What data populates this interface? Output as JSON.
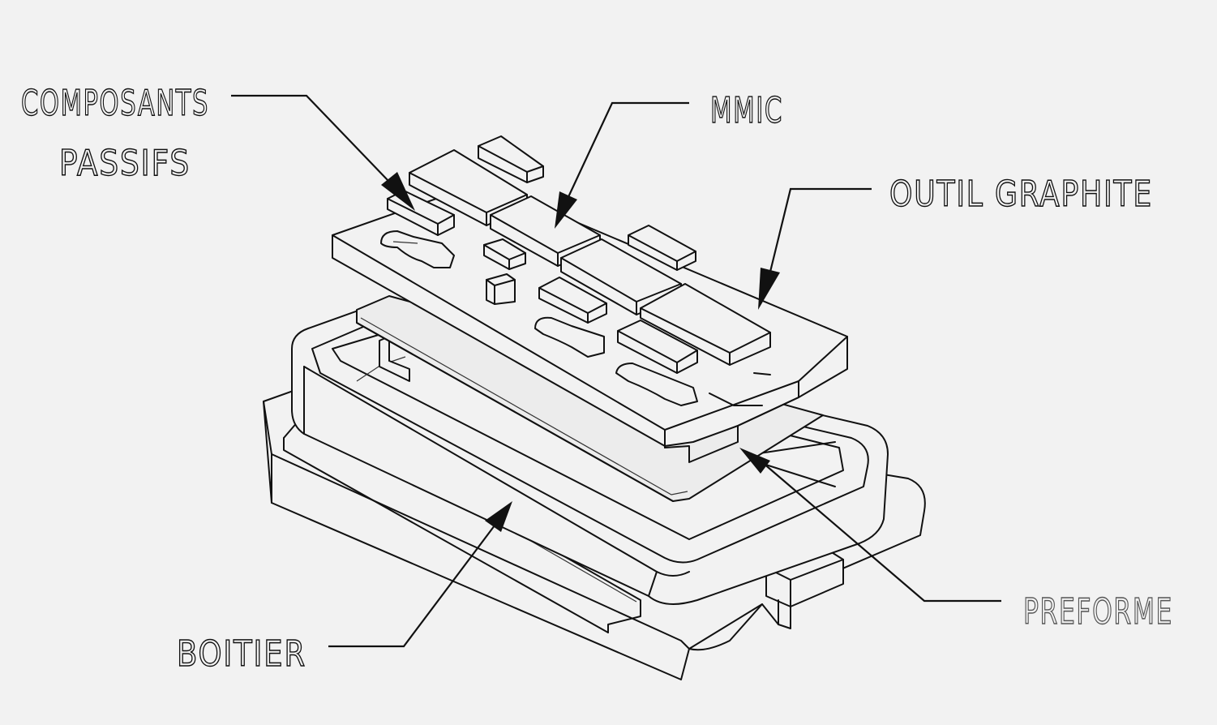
{
  "labels": {
    "composants_line1": "COMPOSANTS",
    "composants_line2": "PASSIFS",
    "mmic": "MMIC",
    "outil": "OUTIL GRAPHITE",
    "preforme": "PREFORME",
    "boitier": "BOITIER"
  },
  "colors": {
    "background": "#f2f2f2",
    "ink": "#111111"
  }
}
